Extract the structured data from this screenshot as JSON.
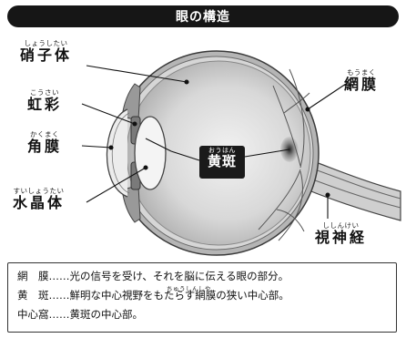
{
  "title": "眼の構造",
  "labels": {
    "vitreous": {
      "ruby": "しょうしたい",
      "text": "硝子体"
    },
    "iris": {
      "ruby": "こうさい",
      "text": "虹彩"
    },
    "cornea": {
      "ruby": "かくまく",
      "text": "角膜"
    },
    "lens": {
      "ruby": "すいしょうたい",
      "text": "水晶体"
    },
    "retina": {
      "ruby": "もうまく",
      "text": "網膜"
    },
    "macula": {
      "ruby": "おうはん",
      "text": "黄斑"
    },
    "optic_nerve": {
      "ruby": "ししんけい",
      "text": "視神経"
    }
  },
  "descriptions": [
    "網　膜……光の信号を受け、それを脳に伝える眼の部分。",
    "黄　斑……鮮明な中心視野をもたらす網膜の狭い中心部。",
    "中心窩……黄斑の中心部。"
  ],
  "description_ruby": "ちゅうしんしや"
}
